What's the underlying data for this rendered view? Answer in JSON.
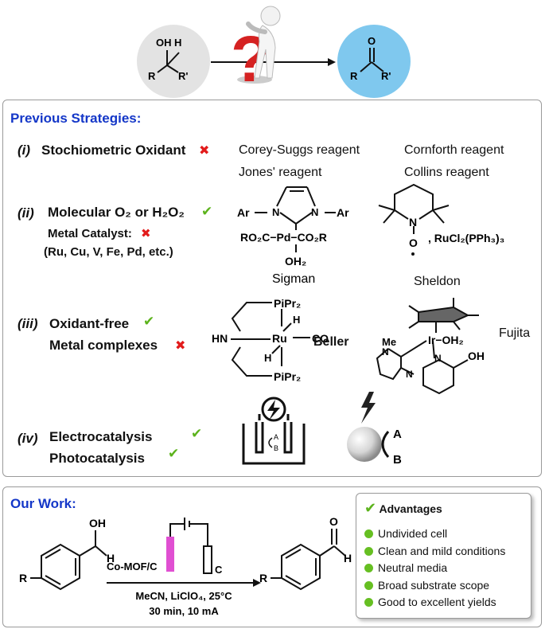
{
  "header": {
    "start_labels": {
      "oh": "OH",
      "h": "H",
      "r": "R",
      "r_prime": "R'"
    },
    "end_labels": {
      "o": "O",
      "r": "R",
      "r_prime": "R'"
    },
    "question_mark": "?"
  },
  "previous": {
    "title": "Previous Strategies:",
    "i": {
      "num": "(i)",
      "label": "Stochiometric Oxidant",
      "status": "✖",
      "reagents": [
        "Corey-Suggs reagent",
        "Cornforth reagent",
        "Jones' reagent",
        "Collins reagent"
      ]
    },
    "ii": {
      "num": "(ii)",
      "line1": "Molecular O₂ or H₂O₂",
      "line1_status": "✔",
      "line2": "Metal Catalyst:",
      "line2_status": "✖",
      "line3": "(Ru, Cu, V, Fe, Pd, etc.)",
      "sigman": {
        "ar1": "Ar",
        "n1": "N",
        "n2": "N",
        "ar2": "Ar",
        "pd_line": "RO₂C−Pd−CO₂R",
        "oh2": "OH₂",
        "name": "Sigman"
      },
      "tempo": {
        "n": "N",
        "o": "O",
        "ru": ", RuCl₂(PPh₃)₃"
      }
    },
    "iii": {
      "num": "(iii)",
      "line1": "Oxidant-free",
      "line1_status": "✔",
      "line2": "Metal complexes",
      "line2_status": "✖",
      "beller": {
        "p1": "PiPr₂",
        "p2": "PiPr₂",
        "hn": "HN",
        "ru": "Ru",
        "h1": "H",
        "h2": "H",
        "co": "CO",
        "name": "Beller"
      },
      "sheldon": "Sheldon",
      "fujita": {
        "me": "Me",
        "ir": "Ir−OH₂",
        "n1": "N",
        "n2": "N",
        "n3": "N",
        "oh": "OH",
        "name": "Fujita"
      }
    },
    "iv": {
      "num": "(iv)",
      "line1": "Electrocatalysis",
      "line1_status": "✔",
      "line2": "Photocatalysis",
      "line2_status": "✔",
      "cell": {
        "a": "A",
        "b": "B"
      },
      "photo": {
        "a": "A",
        "b": "B"
      }
    }
  },
  "our_work": {
    "title": "Our Work:",
    "reactant": {
      "oh": "OH",
      "h": "H",
      "r": "R"
    },
    "product": {
      "o": "O",
      "h": "H",
      "r": "R"
    },
    "electrode_label": "Co-MOF/C",
    "counter_label": "C",
    "conditions": [
      "MeCN, LiClO₄, 25°C",
      "30 min, 10 mA"
    ],
    "advantages": {
      "title": "Advantages",
      "icon": "check-icon",
      "items": [
        "Undivided cell",
        "Clean and mild conditions",
        "Neutral media",
        "Broad substrate scope",
        "Good to excellent yields"
      ]
    }
  },
  "colors": {
    "title_blue": "#1437c8",
    "check_green": "#5cb31c",
    "cross_red": "#e21b1b",
    "start_circle": "#e3e3e3",
    "end_circle": "#7fc8ee",
    "electrode_pink": "#e04fd2",
    "bullet_green": "#66bf22"
  }
}
